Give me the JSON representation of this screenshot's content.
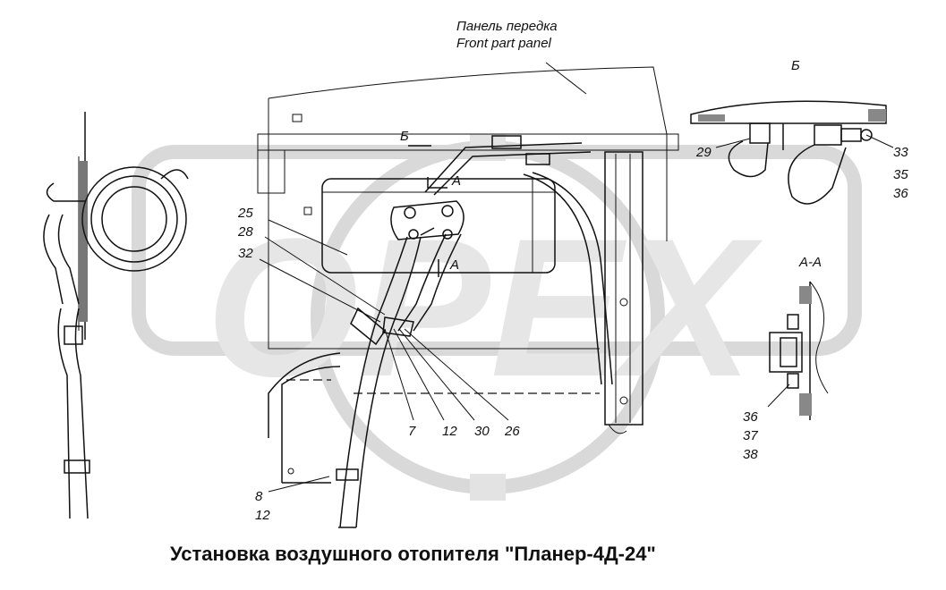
{
  "texts": {
    "panel_ru": "Панель передка",
    "panel_en": "Front part panel",
    "view_b": "Б",
    "section_aa": "А-А",
    "mark_b": "Б",
    "mark_a1": "А",
    "mark_a2": "А",
    "title": "Установка воздушного отопителя \"Планер-4Д-24\""
  },
  "callouts": {
    "c25": "25",
    "c28": "28",
    "c32": "32",
    "c7": "7",
    "c12a": "12",
    "c30": "30",
    "c26": "26",
    "c8": "8",
    "c12b": "12",
    "c29": "29",
    "c33": "33",
    "c35": "35",
    "c36a": "36",
    "c36b": "36",
    "c37": "37",
    "c38": "38"
  },
  "watermark": {
    "text": "OPEX",
    "color": "#d9d9d9"
  }
}
